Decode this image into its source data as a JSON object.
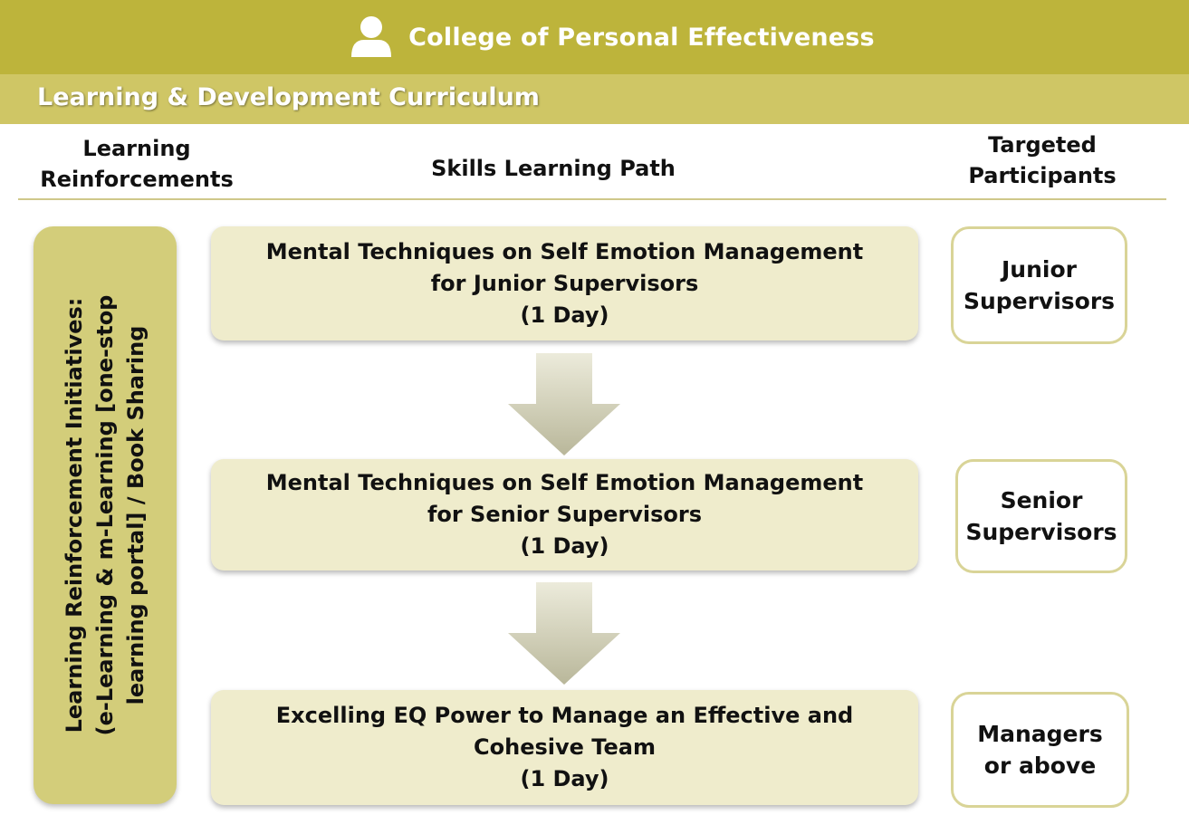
{
  "header": {
    "title": "College of Personal Effectiveness",
    "icon": "person-icon",
    "subtitle": "Learning & Development Curriculum"
  },
  "columns": {
    "reinforcements": [
      "Learning",
      "Reinforcements"
    ],
    "path": "Skills Learning Path",
    "participants": [
      "Targeted",
      "Participants"
    ]
  },
  "reinforcement_panel": {
    "lines": [
      "Learning Reinforcement Initiatives:",
      "(e-Learning & m-Learning [one-stop",
      "learning portal] / Book Sharing"
    ]
  },
  "courses": [
    {
      "lines": [
        "Mental Techniques on Self Emotion Management",
        "for Junior Supervisors",
        "(1 Day)"
      ]
    },
    {
      "lines": [
        "Mental Techniques on Self Emotion Management",
        "for Senior Supervisors",
        "(1 Day)"
      ]
    },
    {
      "lines": [
        "Excelling EQ Power to Manage an Effective and",
        "Cohesive Team",
        "(1 Day)"
      ]
    }
  ],
  "participants": [
    {
      "lines": [
        "Junior",
        "Supervisors"
      ]
    },
    {
      "lines": [
        "Senior",
        "Supervisors"
      ]
    },
    {
      "lines": [
        "Managers",
        "or above"
      ]
    }
  ],
  "colors": {
    "banner": "#bdb43b",
    "sub_banner": "#cfc665",
    "panel": "#d3cd7a",
    "course_fill": "#efeccc",
    "participant_border": "#d9d497"
  }
}
